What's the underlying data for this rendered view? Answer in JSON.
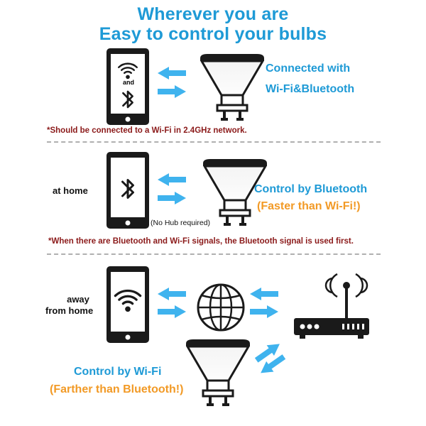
{
  "header": {
    "line1": "Wherever you are",
    "line2": "Easy to control your bulbs"
  },
  "section1": {
    "phone_and_label": "and",
    "caption_line1": "Connected with",
    "caption_line2": "Wi-Fi&Bluetooth",
    "warning": "*Should be connected to a Wi-Fi in 2.4GHz network."
  },
  "section2": {
    "location_label": "at home",
    "hub_note": "(No Hub required)",
    "caption_line1": "Control by Bluetooth",
    "caption_line2": "(Faster than Wi-Fi!)",
    "warning": "*When there are Bluetooth and Wi-Fi signals, the Bluetooth signal is used first."
  },
  "section3": {
    "location_label_line1": "away",
    "location_label_line2": "from home",
    "caption_line1": "Control by Wi-Fi",
    "caption_line2": "(Farther than Bluetooth!)"
  },
  "colors": {
    "title_blue": "#1e9ad6",
    "arrow_blue": "#3fb3ee",
    "orange": "#f29a26",
    "warning_red": "#8b1a1a",
    "device_dark": "#1a1a1a"
  }
}
